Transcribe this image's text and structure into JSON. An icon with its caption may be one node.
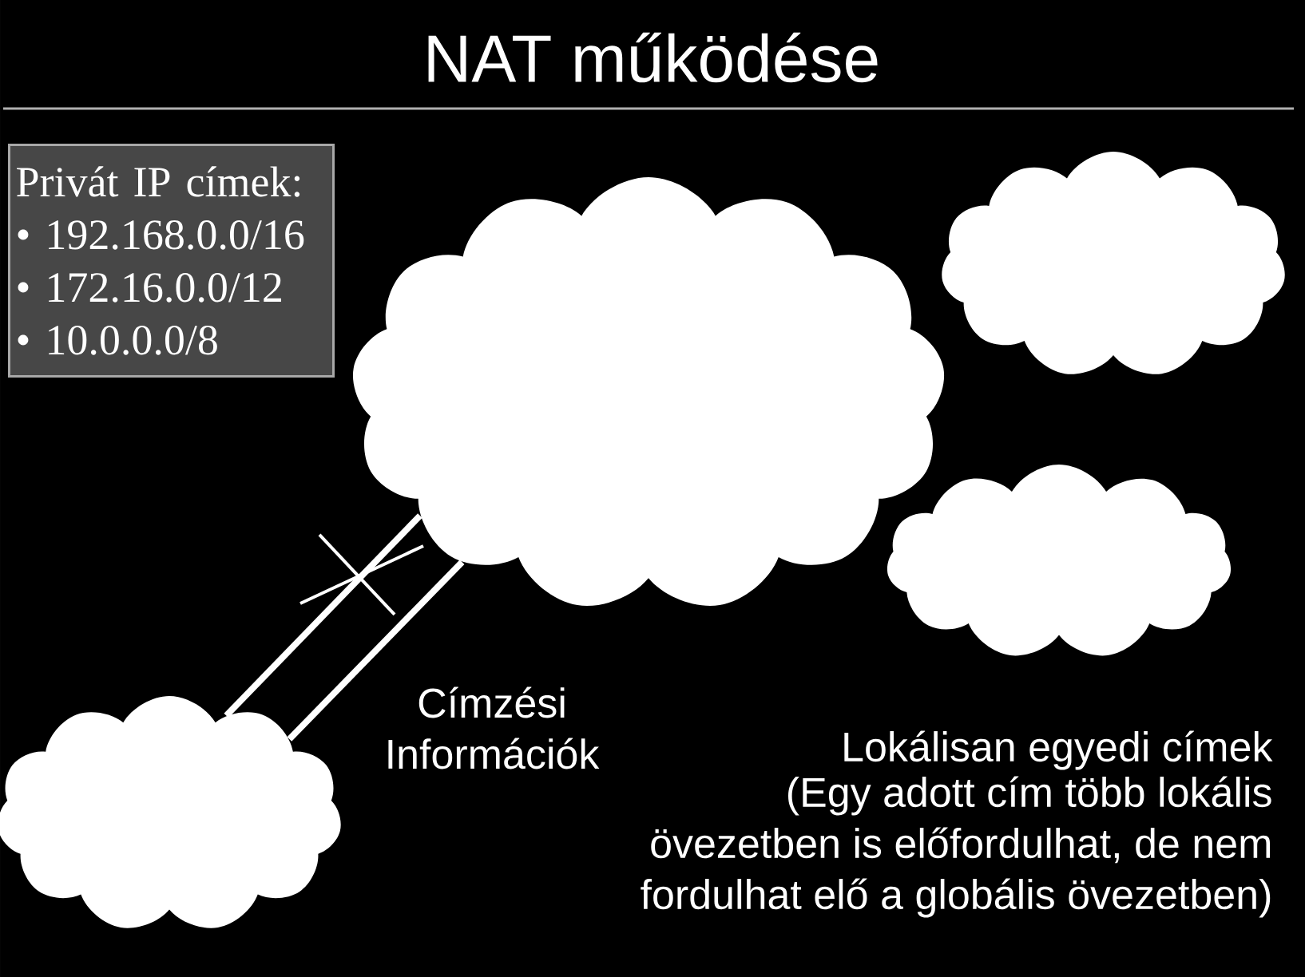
{
  "diagram": {
    "title": "NAT működése",
    "nodes": [
      {
        "text": [
          "Privát IP címek:",
          "• 192.168.0.0/16",
          "• 172.16.0.0/12",
          "• 10.0.0.0/8"
        ]
      },
      {
        "text": [],
        "shape": "cloud"
      },
      {
        "text": [],
        "shape": "cloud"
      },
      {
        "text": [],
        "shape": "cloud"
      },
      {
        "text": [],
        "shape": "cloud"
      }
    ],
    "edges": [
      {
        "from": 4,
        "to": 1,
        "arrow": "none"
      },
      {
        "from": 4,
        "to": 1,
        "arrow": "none"
      }
    ],
    "labels": [
      "Címzési Információk",
      "Lokálisan egyedi címek",
      "(Egy adott cím több lokális övezetben is előfordulhat, de nem fordulhat elő a globális övezetben)"
    ]
  }
}
